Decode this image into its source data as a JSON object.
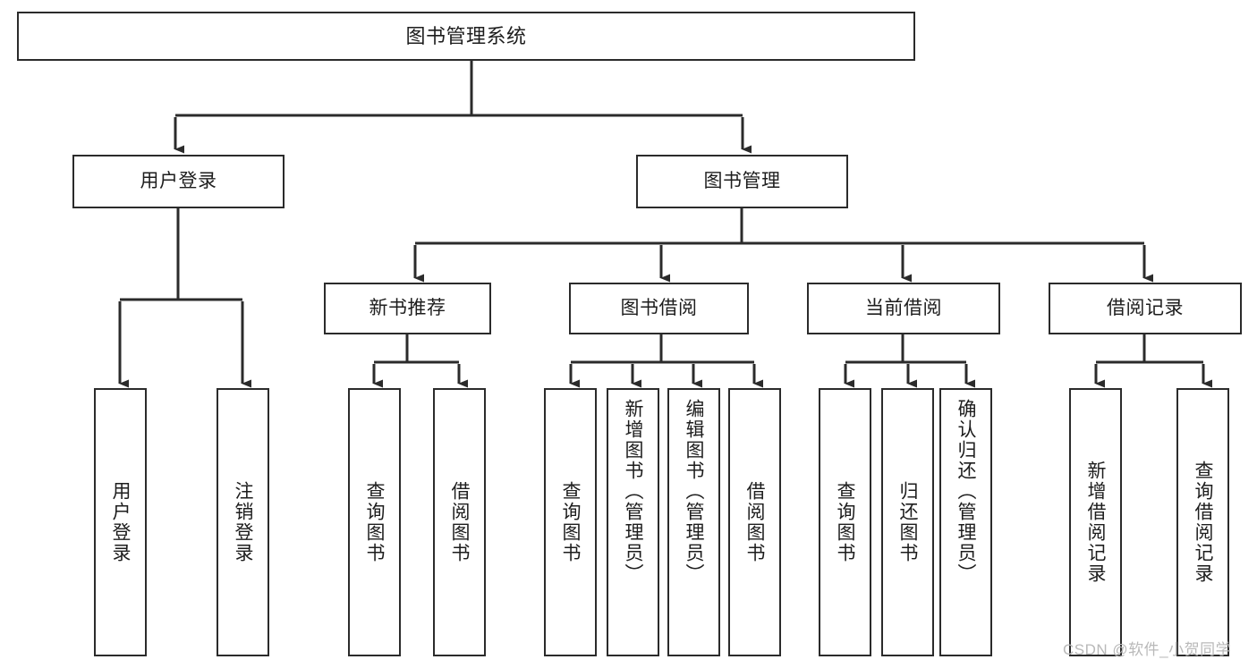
{
  "diagram": {
    "type": "tree",
    "title": "图书管理系统",
    "orientation": "top-down",
    "colors": {
      "box_border": "#2b2b2b",
      "box_fill": "#ffffff",
      "connector": "#2b2b2b",
      "text": "#1d1d1d",
      "watermark": "#b9b9b9",
      "background": "#ffffff"
    },
    "nodes": {
      "root": {
        "label": "图书管理系统",
        "level": 0
      },
      "level1": [
        {
          "id": "user-login",
          "label": "用户登录"
        },
        {
          "id": "book-manage",
          "label": "图书管理"
        }
      ],
      "level2": [
        {
          "id": "new-book-recommend",
          "label": "新书推荐",
          "parent": "book-manage"
        },
        {
          "id": "book-borrow",
          "label": "图书借阅",
          "parent": "book-manage"
        },
        {
          "id": "current-borrow",
          "label": "当前借阅",
          "parent": "book-manage"
        },
        {
          "id": "borrow-record",
          "label": "借阅记录",
          "parent": "book-manage"
        }
      ],
      "leaves": [
        {
          "id": "leaf-user-login",
          "label": "用户登录",
          "parent": "user-login"
        },
        {
          "id": "leaf-logout-login",
          "label": "注销登录",
          "parent": "user-login"
        },
        {
          "id": "leaf-query-book-1",
          "label": "查询图书",
          "parent": "new-book-recommend"
        },
        {
          "id": "leaf-borrow-book-1",
          "label": "借阅图书",
          "parent": "new-book-recommend"
        },
        {
          "id": "leaf-query-book-2",
          "label": "查询图书",
          "parent": "book-borrow"
        },
        {
          "id": "leaf-add-book",
          "label": "新增图书（管理员）",
          "parent": "book-borrow"
        },
        {
          "id": "leaf-edit-book",
          "label": "编辑图书（管理员）",
          "parent": "book-borrow"
        },
        {
          "id": "leaf-borrow-book-2",
          "label": "借阅图书",
          "parent": "book-borrow"
        },
        {
          "id": "leaf-query-book-3",
          "label": "查询图书",
          "parent": "current-borrow"
        },
        {
          "id": "leaf-return-book",
          "label": "归还图书",
          "parent": "current-borrow"
        },
        {
          "id": "leaf-confirm-return",
          "label": "确认归还（管理员）",
          "parent": "current-borrow"
        },
        {
          "id": "leaf-add-record",
          "label": "新增借阅记录",
          "parent": "borrow-record"
        },
        {
          "id": "leaf-query-record",
          "label": "查询借阅记录",
          "parent": "borrow-record"
        }
      ]
    }
  },
  "watermark": {
    "text": "CSDN @软件_小贺同学"
  }
}
